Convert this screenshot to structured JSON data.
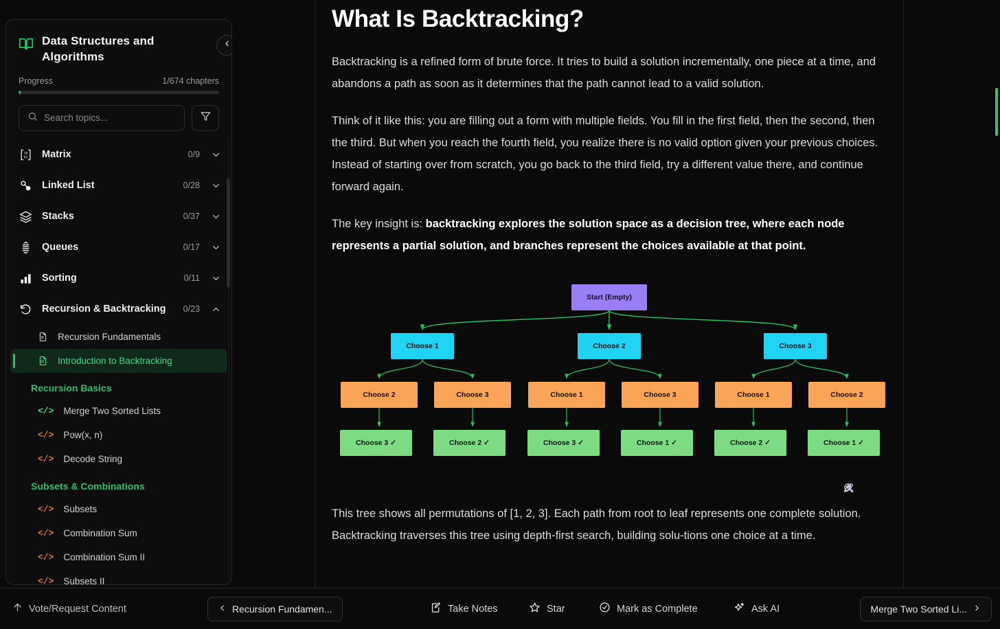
{
  "sidebar": {
    "book_icon": "book-open-icon",
    "title": "Data Structures and Algorithms",
    "collapse_icon": "chevron-left-icon",
    "progress_label": "Progress",
    "progress_value": "1/674 chapters",
    "progress_percent": 1,
    "search": {
      "placeholder": "Search topics...",
      "value": "",
      "icon": "search-icon"
    },
    "filter_icon": "filter-icon",
    "topics": [
      {
        "label": "Matrix",
        "count": "0/9",
        "icon": "matrix-icon",
        "expanded": false
      },
      {
        "label": "Linked List",
        "count": "0/28",
        "icon": "linked-list-icon",
        "expanded": false
      },
      {
        "label": "Stacks",
        "count": "0/37",
        "icon": "layers-icon",
        "expanded": false
      },
      {
        "label": "Queues",
        "count": "0/17",
        "icon": "queue-icon",
        "expanded": false
      },
      {
        "label": "Sorting",
        "count": "0/11",
        "icon": "bar-chart-icon",
        "expanded": false
      },
      {
        "label": "Recursion & Backtracking",
        "count": "0/23",
        "icon": "recursion-icon",
        "expanded": true
      }
    ],
    "lessons": [
      {
        "label": "Recursion Fundamentals",
        "icon": "doc-icon",
        "active": false
      },
      {
        "label": "Introduction to Backtracking",
        "icon": "doc-icon",
        "active": true
      }
    ],
    "groups": [
      {
        "label": "Recursion Basics",
        "items": [
          {
            "label": "Merge Two Sorted Lists",
            "icon": "code-icon",
            "color": "#3ddc84"
          },
          {
            "label": "Pow(x, n)",
            "icon": "code-icon",
            "color": "#e8762c"
          },
          {
            "label": "Decode String",
            "icon": "code-icon",
            "color": "#e8762c"
          }
        ]
      },
      {
        "label": "Subsets & Combinations",
        "items": [
          {
            "label": "Subsets",
            "icon": "code-icon",
            "color": "#e8762c"
          },
          {
            "label": "Combination Sum",
            "icon": "code-icon",
            "color": "#e8762c"
          },
          {
            "label": "Combination Sum II",
            "icon": "code-icon",
            "color": "#e8762c"
          },
          {
            "label": "Subsets II",
            "icon": "code-icon",
            "color": "#e8762c"
          }
        ]
      }
    ]
  },
  "main": {
    "title": "What Is Backtracking?",
    "paragraph1": "Backtracking is a refined form of brute force. It tries to build a solution incrementally, one piece at a time, and abandons a path as soon as it determines that the path cannot lead to a valid solution.",
    "paragraph2": "Think of it like this: you are filling out a form with multiple fields. You fill in the first field, then the second, then the third. But when you reach the fourth field, you realize there is no valid option given your previous choices. Instead of starting over from scratch, you go back to the third field, try a different value there, and continue forward again.",
    "paragraph3_lead": "The key insight is: ",
    "paragraph3_bold": "backtracking explores the solution space as a decision tree, where each node represents a partial solution, and branches represent the choices available at that point.",
    "paragraph4": "This tree shows all permutations of [1, 2, 3]. Each path from root to leaf represents one complete solution. Backtracking traverses this tree using depth-first search, building solu-tions one choice at a time.",
    "diagram": {
      "colors": {
        "root": "#9b7ef5",
        "level1": "#1fd3f3",
        "level2": "#f9a457",
        "level3": "#7ddb83",
        "edge": "#22c55e"
      },
      "root": {
        "label": "Start (Empty)"
      },
      "level1": [
        {
          "label": "Choose 1"
        },
        {
          "label": "Choose 2"
        },
        {
          "label": "Choose 3"
        }
      ],
      "level2": [
        {
          "label": "Choose 2"
        },
        {
          "label": "Choose 3"
        },
        {
          "label": "Choose 1"
        },
        {
          "label": "Choose 3"
        },
        {
          "label": "Choose 1"
        },
        {
          "label": "Choose 2"
        }
      ],
      "level3": [
        {
          "label": "Choose 3 ✓"
        },
        {
          "label": "Choose 2 ✓"
        },
        {
          "label": "Choose 3 ✓"
        },
        {
          "label": "Choose 1 ✓"
        },
        {
          "label": "Choose 2 ✓"
        },
        {
          "label": "Choose 1 ✓"
        }
      ],
      "tools": [
        {
          "name": "ai-sparkle-icon"
        },
        {
          "name": "edit-pen-icon"
        },
        {
          "name": "zoom-in-icon"
        }
      ]
    }
  },
  "bottombar": {
    "vote": {
      "label": "Vote/Request Content",
      "icon": "arrow-up-icon"
    },
    "prev": {
      "label": "Recursion Fundamen...",
      "icon": "chevron-left-icon"
    },
    "take_notes": {
      "label": "Take Notes",
      "icon": "note-edit-icon"
    },
    "star": {
      "label": "Star",
      "icon": "star-icon"
    },
    "mark_complete": {
      "label": "Mark as Complete",
      "icon": "check-circle-icon"
    },
    "ask_ai": {
      "label": "Ask AI",
      "icon": "sparkle-icon"
    },
    "next": {
      "label": "Merge Two Sorted Li...",
      "icon": "chevron-right-icon"
    }
  }
}
